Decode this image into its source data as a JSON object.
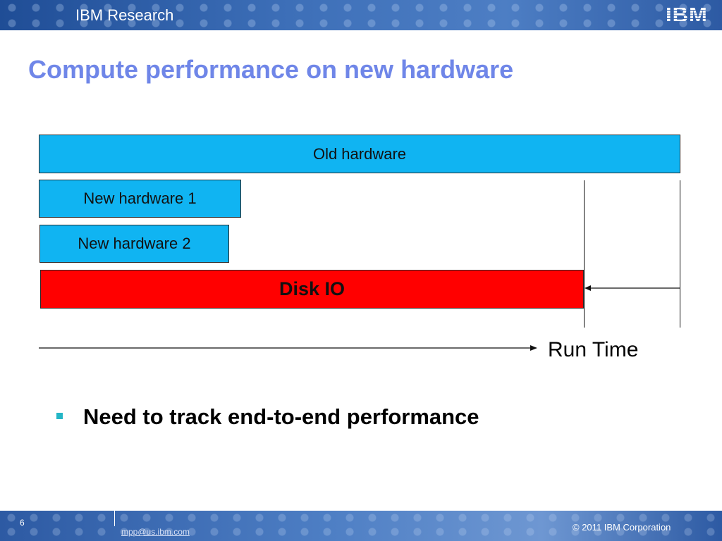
{
  "header": {
    "brand": "IBM Research",
    "logo": "IBM",
    "background_color": "#3d6fb8"
  },
  "slide": {
    "title": "Compute performance on new hardware",
    "title_color": "#6f86e8"
  },
  "diagram": {
    "bars": [
      {
        "label": "Old hardware",
        "color": "#10b4f2"
      },
      {
        "label": "New hardware 1",
        "color": "#10b4f2"
      },
      {
        "label": "New hardware 2",
        "color": "#10b4f2"
      },
      {
        "label": "Disk IO",
        "color": "#ff0000"
      }
    ],
    "axis_label": "Run Time"
  },
  "bullets": [
    {
      "text": "Need to track end-to-end performance",
      "marker_color": "#24b6c6"
    }
  ],
  "footer": {
    "page_number": "6",
    "email": "mpp@us.ibm.com",
    "copyright": "© 2011 IBM Corporation"
  }
}
